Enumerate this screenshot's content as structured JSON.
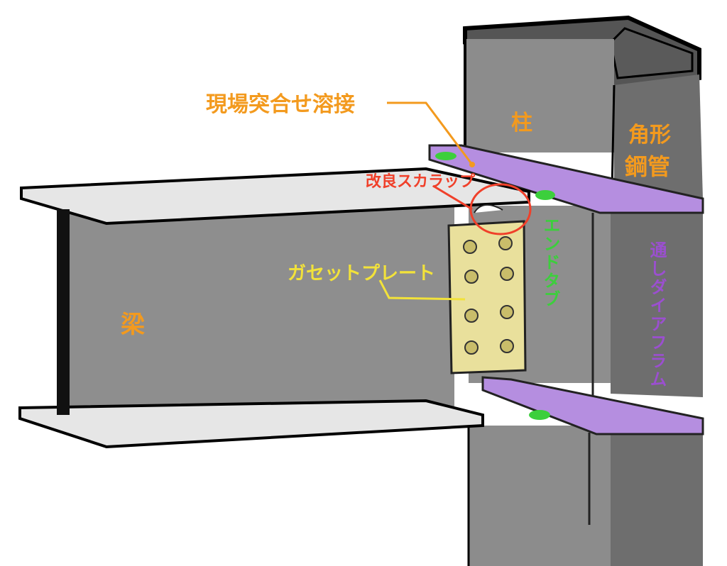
{
  "labels": {
    "field_butt_weld": "現場突合せ溶接",
    "column": "柱",
    "square_steel_tube_1": "角形",
    "square_steel_tube_2": "鋼管",
    "improved_scallop": "改良スカラップ",
    "end_tab": "エンドタブ",
    "gusset_plate": "ガセットプレート",
    "beam": "梁",
    "through_diaphragm": "通しダイアフラム"
  },
  "colors": {
    "orange": "#f39a1e",
    "red": "#f0402a",
    "green": "#3ccf3c",
    "yellow": "#f2e23a",
    "purple": "#9b4fd0",
    "steel": "#8c8c8c",
    "gusset": "#e9e09c"
  }
}
